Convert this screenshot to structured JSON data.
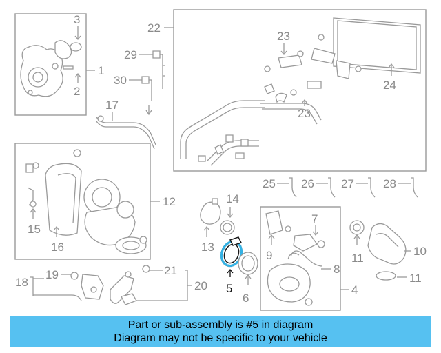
{
  "diagram": {
    "callouts": [
      "1",
      "2",
      "3",
      "4",
      "5",
      "6",
      "7",
      "8",
      "9",
      "10",
      "11",
      "12",
      "13",
      "14",
      "15",
      "16",
      "17",
      "18",
      "19",
      "20",
      "21",
      "22",
      "23",
      "24",
      "25",
      "26",
      "27",
      "28",
      "29",
      "30"
    ],
    "highlighted_part": "5",
    "highlight_color": "#31b4e8"
  },
  "banner": {
    "line1": "Part or sub-assembly is #5 in diagram",
    "line2": "Diagram may not be specific to your vehicle",
    "background": "#56c1f1"
  }
}
